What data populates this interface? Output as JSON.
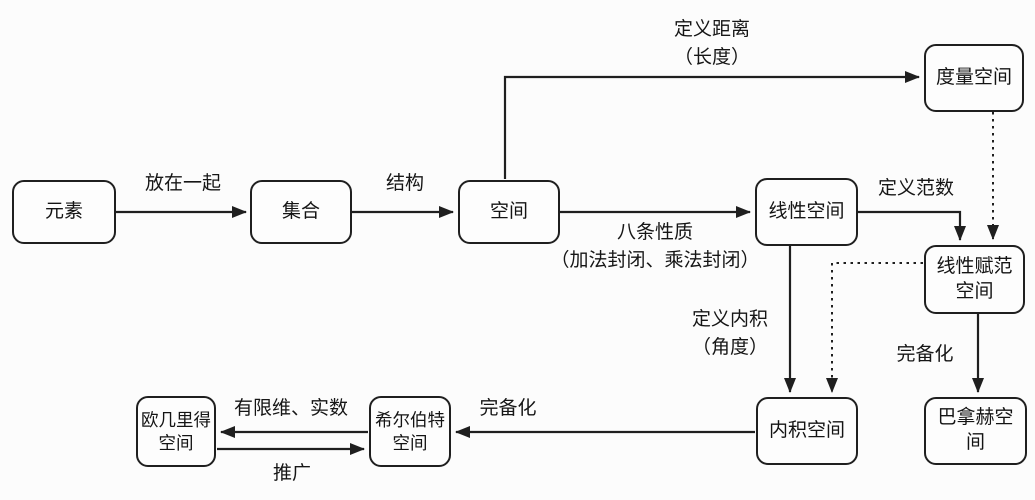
{
  "diagram": {
    "nodes": {
      "element": "元素",
      "set": "集合",
      "space": "空间",
      "metric_space": "度量空间",
      "linear_space": "线性空间",
      "normed_space": "线性赋范\n空间",
      "banach_space": "巴拿赫空\n间",
      "inner_product_space": "内积空间",
      "hilbert_space": "希尔伯特\n空间",
      "euclidean_space": "欧几里得\n空间"
    },
    "edges": {
      "put_together": "放在一起",
      "structure": "结构",
      "define_distance": "定义距离\n（长度）",
      "eight_properties": "八条性质\n（加法封闭、乘法封闭）",
      "define_norm": "定义范数",
      "define_inner_product": "定义内积\n（角度）",
      "completion_to_banach": "完备化",
      "completion_to_hilbert": "完备化",
      "finite_dim_real": "有限维、实数",
      "generalize": "推广"
    },
    "colors": {
      "background": "#fcfcfc",
      "stroke": "#1f1f1f",
      "node_fill": "#fdfdfd"
    }
  }
}
